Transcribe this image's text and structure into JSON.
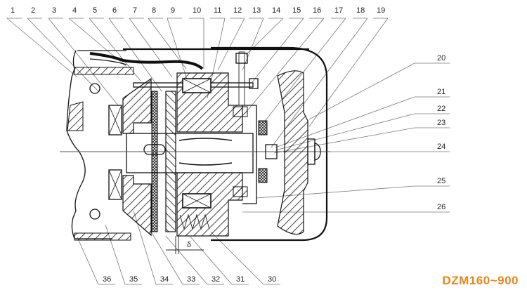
{
  "diagram": {
    "title": "DZM160~900",
    "title_color": "#E8861E",
    "subject": "Electromagnetic brake motor cross-section",
    "gap_symbol": "δ",
    "top_labels": [
      "1",
      "2",
      "3",
      "4",
      "5",
      "6",
      "7",
      "8",
      "9",
      "10",
      "11",
      "12",
      "13",
      "14",
      "15",
      "16",
      "17",
      "18",
      "19"
    ],
    "right_labels": [
      "20",
      "21",
      "22",
      "23",
      "24",
      "25",
      "26"
    ],
    "bottom_labels": [
      "36",
      "35",
      "34",
      "33",
      "32",
      "31",
      "30"
    ]
  }
}
